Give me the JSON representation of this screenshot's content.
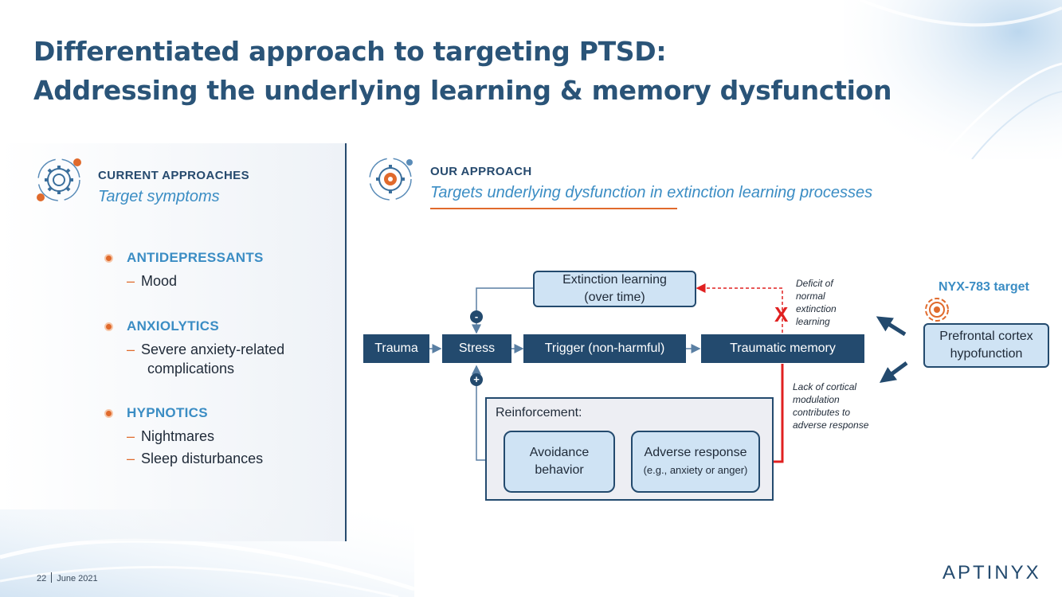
{
  "title": {
    "line1": "Differentiated approach to targeting PTSD:",
    "line2": "Addressing the underlying learning & memory dysfunction"
  },
  "current": {
    "label": "CURRENT APPROACHES",
    "subtitle": "Target symptoms",
    "groups": [
      {
        "heading": "ANTIDEPRESSANTS",
        "items": [
          "Mood"
        ]
      },
      {
        "heading": "ANXIOLYTICS",
        "items": [
          "Severe anxiety-related",
          "complications"
        ]
      },
      {
        "heading": "HYPNOTICS",
        "items": [
          "Nightmares",
          "Sleep disturbances"
        ]
      }
    ]
  },
  "ours": {
    "label": "OUR APPROACH",
    "subtitle": "Targets underlying dysfunction in extinction learning processes"
  },
  "diagram": {
    "trauma": "Trauma",
    "stress": "Stress",
    "trigger": "Trigger (non-harmful)",
    "traumatic_memory": "Traumatic memory",
    "extinction_l1": "Extinction learning",
    "extinction_l2": "(over time)",
    "minus": "-",
    "plus": "+",
    "reinforcement": "Reinforcement:",
    "avoidance_l1": "Avoidance",
    "avoidance_l2": "behavior",
    "adverse_l1": "Adverse response",
    "adverse_l2": "(e.g., anxiety or anger)",
    "prefrontal_l1": "Prefrontal cortex",
    "prefrontal_l2": "hypofunction",
    "nyx_target": "NYX-783 target",
    "x_mark": "X",
    "deficit_note": [
      "Deficit of",
      "normal",
      "extinction",
      "learning"
    ],
    "lack_note": [
      "Lack of cortical",
      "modulation",
      "contributes to",
      "adverse response"
    ]
  },
  "footer": {
    "page": "22",
    "date": "June 2021",
    "logo": "APTINYX"
  },
  "colors": {
    "navy": "#234a6e",
    "title_blue": "#2a5478",
    "accent_blue": "#3b8dc4",
    "orange": "#e06a2c",
    "red": "#e02020",
    "light_box": "#cfe3f4"
  }
}
